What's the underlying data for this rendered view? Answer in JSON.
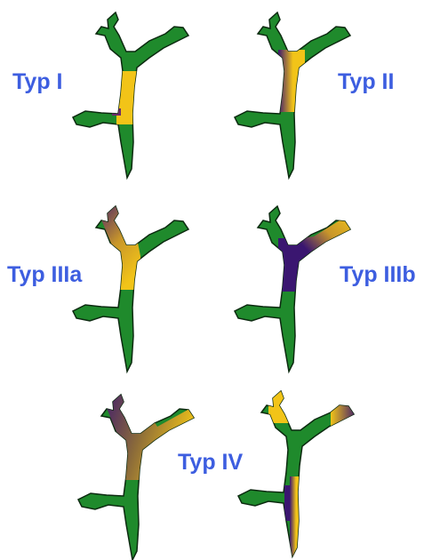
{
  "labels": {
    "typ1": "Typ I",
    "typ2": "Typ II",
    "typ3a": "Typ IIIa",
    "typ3b": "Typ IIIb",
    "typ4": "Typ IV"
  },
  "colors": {
    "duct_green": "#1f8a2c",
    "outline": "#0c2a10",
    "tumor_yellow": "#f2c418",
    "tumor_purple": "#3a1670",
    "label_blue": "#3d5ee0"
  }
}
